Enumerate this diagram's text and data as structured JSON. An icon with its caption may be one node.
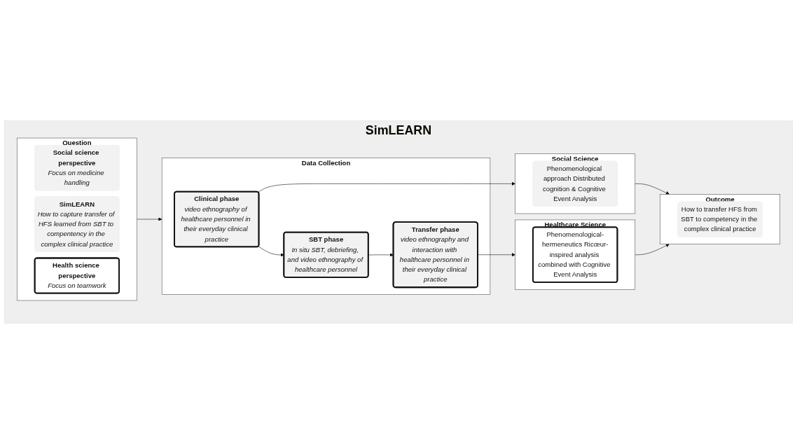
{
  "diagram": {
    "nodes": [
      {
        "text": [
          "SimLEARN"
        ]
      },
      {
        "text": [
          "Question"
        ],
        "in": 0
      },
      {
        "text": [
          "Social science perspective",
          "Focus on medicine handling"
        ],
        "in": 1
      },
      {
        "text": [
          "SimLEARN",
          "How to capture transfer of HFS learned from SBT to compentency in the complex clinical practice"
        ],
        "in": 1
      },
      {
        "text": [
          "Health science perspective",
          "Focus on teamwork"
        ],
        "in": 1
      },
      {
        "text": [
          "Data Collection"
        ],
        "in": 0
      },
      {
        "text": [
          "Clinical phase",
          "video ethnography of healthcare personnel in their everyday clinical practice"
        ],
        "in": 5
      },
      {
        "text": [
          "SBT phase",
          "In situ SBT, debriefing, and video ethnography of healthcare personnel"
        ],
        "in": 5
      },
      {
        "text": [
          "Transfer phase",
          "video ethnography and interaction with healthcare personnel in their everyday clinical practice"
        ],
        "in": 5
      },
      {
        "text": [
          "Social Science"
        ],
        "in": 0
      },
      {
        "text": [
          "Phenomenological approach Distributed cognition & Cognitive Event Analysis"
        ],
        "in": 9
      },
      {
        "text": [
          "Healthcare Science"
        ],
        "in": 0
      },
      {
        "text": [
          "Phenomenological-hermeneutics Ricœur-inspired analysis combined with Cognitive Event Analysis"
        ],
        "in": 11
      },
      {
        "text": [
          "Outcome"
        ],
        "in": 0
      },
      {
        "text": [
          "How to transfer HFS from SBT to competency in the complex clinical practice"
        ],
        "in": 13
      }
    ],
    "edges": [
      {
        "from": 1,
        "to": 5,
        "arrow": "to"
      },
      {
        "from": 6,
        "to": 7,
        "arrow": "to"
      },
      {
        "from": 7,
        "to": 8,
        "arrow": "to"
      },
      {
        "from": 6,
        "to": 9,
        "arrow": "to"
      },
      {
        "from": 8,
        "to": 11,
        "arrow": "to"
      },
      {
        "from": 9,
        "to": 13,
        "arrow": "to"
      },
      {
        "from": 11,
        "to": 13,
        "arrow": "to"
      }
    ]
  }
}
